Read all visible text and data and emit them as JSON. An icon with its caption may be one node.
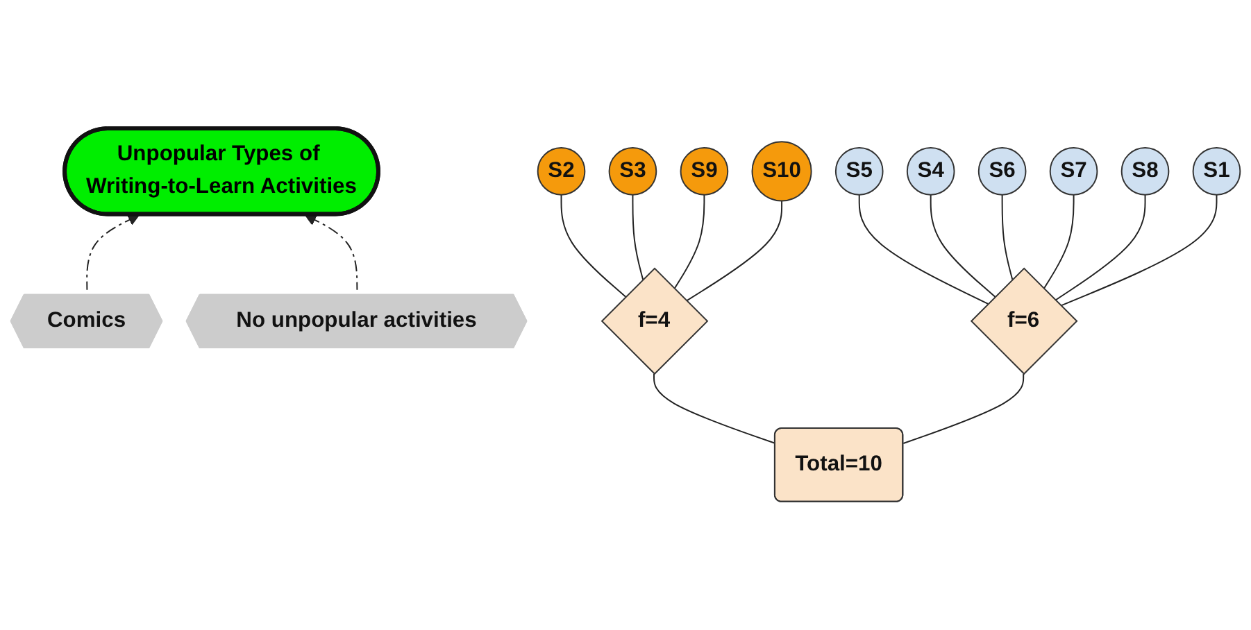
{
  "diagram": {
    "nodes": [
      {
        "text": [
          "Unpopular Types of Writing-to-Learn Activities"
        ]
      },
      {
        "text": [
          "Comics"
        ]
      },
      {
        "text": [
          "No unpopular activities"
        ]
      },
      {
        "text": [
          "S2"
        ]
      },
      {
        "text": [
          "S3"
        ]
      },
      {
        "text": [
          "S9"
        ]
      },
      {
        "text": [
          "S10"
        ]
      },
      {
        "text": [
          "S5"
        ]
      },
      {
        "text": [
          "S4"
        ]
      },
      {
        "text": [
          "S6"
        ]
      },
      {
        "text": [
          "S7"
        ]
      },
      {
        "text": [
          "S8"
        ]
      },
      {
        "text": [
          "S1"
        ]
      },
      {
        "text": [
          "f=4"
        ]
      },
      {
        "text": [
          "Total=10"
        ]
      },
      {
        "text": [
          "f=6"
        ]
      }
    ],
    "edges": [
      {
        "from": 1,
        "to": 0,
        "arrow": "to",
        "style": "dashed"
      },
      {
        "from": 2,
        "to": 0,
        "arrow": "to",
        "style": "dashed"
      },
      {
        "from": 3,
        "to": 13,
        "arrow": "none"
      },
      {
        "from": 4,
        "to": 13,
        "arrow": "none"
      },
      {
        "from": 5,
        "to": 13,
        "arrow": "none"
      },
      {
        "from": 6,
        "to": 13,
        "arrow": "none"
      },
      {
        "from": 7,
        "to": 15,
        "arrow": "none"
      },
      {
        "from": 8,
        "to": 15,
        "arrow": "none"
      },
      {
        "from": 9,
        "to": 15,
        "arrow": "none"
      },
      {
        "from": 10,
        "to": 15,
        "arrow": "none"
      },
      {
        "from": 11,
        "to": 15,
        "arrow": "none"
      },
      {
        "from": 12,
        "to": 15,
        "arrow": "none"
      },
      {
        "from": 13,
        "to": 14,
        "arrow": "none"
      },
      {
        "from": 14,
        "to": 15,
        "arrow": "none"
      }
    ]
  }
}
